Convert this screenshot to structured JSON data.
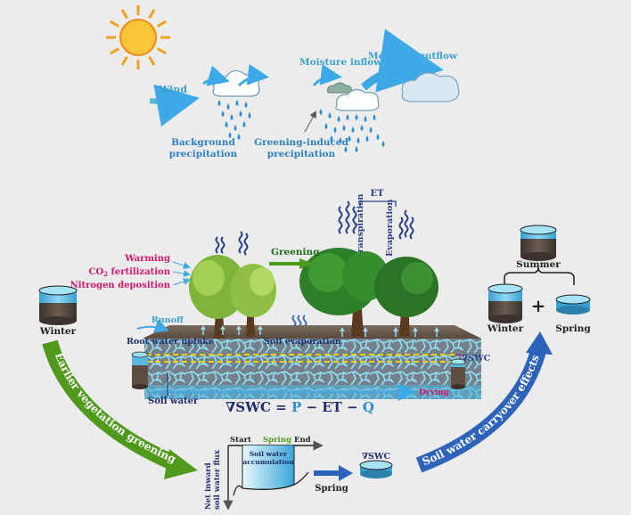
{
  "atmosphere": {
    "wind": "Wind",
    "background_precipitation": [
      "Background",
      "precipitation"
    ],
    "moisture_inflow": "Moisture inflow",
    "moisture_outflow": "Moisture outflow",
    "greening_induced_precipitation": [
      "Greening-induced",
      "precipitation"
    ]
  },
  "vegetation": {
    "et": "ET",
    "transpiration": "Transpiration",
    "evaporation": "Evaporation",
    "greening": "Greening",
    "drivers": {
      "warming": "Warming",
      "co2_prefix": "CO",
      "co2_sub": "2",
      "co2_suffix": " fertilization",
      "nitrogen": "Nitrogen deposition"
    }
  },
  "soil": {
    "runoff": "Runoff",
    "root_uptake": "Root water uptake",
    "soil_evaporation": "Soil evaporation",
    "soil_water": "Soil water",
    "drying": "Drying",
    "swc_marker": "∇SWC",
    "equation": {
      "lhs": "∇SWC = ",
      "p": "P",
      "mid": " − ET − ",
      "q": "Q"
    }
  },
  "seasons": {
    "winter_left": "Winter",
    "summer": "Summer",
    "winter_right": "Winter",
    "plus": "+",
    "spring_right": "Spring"
  },
  "pathway": {
    "earlier_greening": "Earlier vegetation greening",
    "carryover": "Soil water carryover effects"
  },
  "inset": {
    "start": "Start",
    "spring": "Spring",
    "end": "End",
    "accumulation": [
      "Soil water",
      "accumulation"
    ],
    "y_axis": [
      "Net inward",
      "soil water flux"
    ],
    "arrow_label": "Spring",
    "swc_label": "∇SWC"
  },
  "colors": {
    "background": "#ececec",
    "sky_blue": "#4aa3df",
    "dark_navy": "#1f2d6b",
    "magenta": "#d0186f",
    "green_arrow": "#4f9a1c",
    "blue_arrow": "#2d63b8",
    "water": "#5bc0e8",
    "soil_brown": "#5e4a3c"
  }
}
